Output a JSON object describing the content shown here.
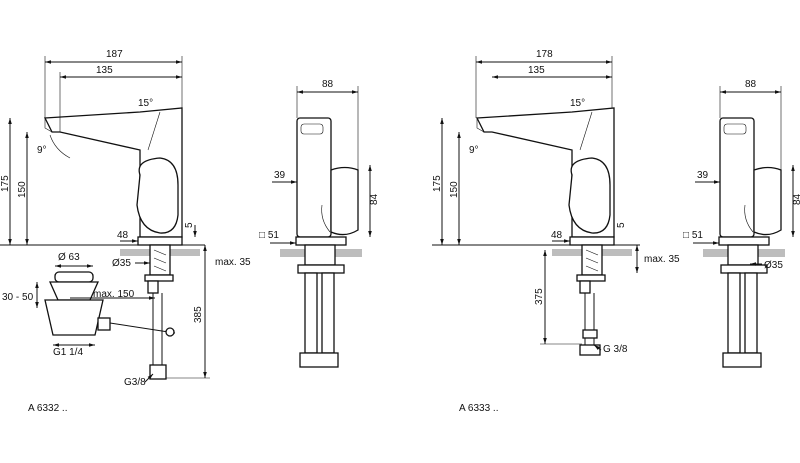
{
  "drawing_left": {
    "model": "A 6332 ..",
    "front": {
      "width_total": "187",
      "width_spout": "135",
      "angle_handle": "15°",
      "angle_spout": "9°",
      "height_total": "175",
      "height_spout": "150",
      "base_width": "48",
      "base_height": "5",
      "shank_dia": "Ø35",
      "max_thickness": "max. 35",
      "waste_dia": "Ø 63",
      "waste_range": "30 - 50",
      "rod_max": "max. 150",
      "waste_thread": "G1 1/4",
      "hose_length": "385",
      "hose_thread": "G3/8"
    },
    "side": {
      "depth": "88",
      "body_offset": "39",
      "handle_height": "84",
      "base_square": "□ 51"
    }
  },
  "drawing_right": {
    "model": "A 6333 ..",
    "front": {
      "width_total": "178",
      "width_spout": "135",
      "angle_handle": "15°",
      "angle_spout": "9°",
      "height_total": "175",
      "height_spout": "150",
      "base_width": "48",
      "base_height": "5",
      "max_thickness": "max. 35",
      "hose_length": "375",
      "hose_thread": "G 3/8"
    },
    "side": {
      "depth": "88",
      "body_offset": "39",
      "handle_height": "84",
      "base_square": "□ 51",
      "shank_dia": "Ø35"
    }
  }
}
